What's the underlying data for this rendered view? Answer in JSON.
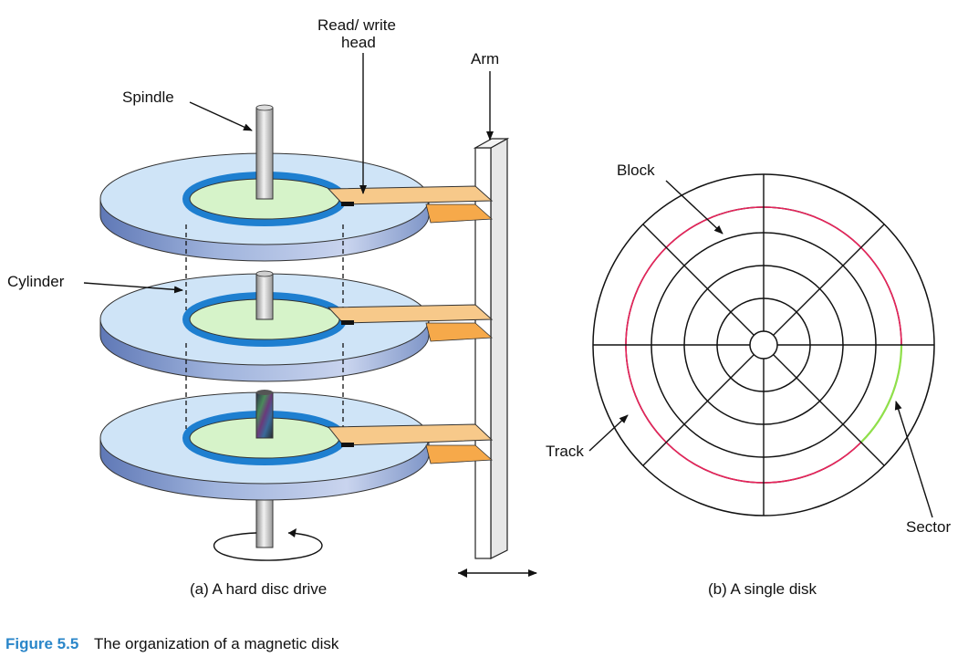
{
  "labels": {
    "read_write_head_line1": "Read/ write",
    "read_write_head_line2": "head",
    "arm": "Arm",
    "spindle": "Spindle",
    "cylinder": "Cylinder",
    "block": "Block",
    "track": "Track",
    "sector": "Sector"
  },
  "subcaptions": {
    "a": "(a) A hard disc drive",
    "b": "(b) A single disk"
  },
  "figure_caption": {
    "number": "Figure 5.5",
    "text": "The organization of a magnetic disk"
  },
  "colors": {
    "platter_top": "#cfe4f7",
    "platter_edge": "#7f98c8",
    "hub_ring": "#1e7fd0",
    "hub_fill": "#d6f3c9",
    "head_arm_top": "#f7c98a",
    "head_arm_bottom": "#f6a94a",
    "caption_blue": "#2a86c9",
    "track_red": "#e8235a",
    "block_blue": "#4aaee8",
    "sector_green": "#8fe04a"
  },
  "single_disk": {
    "tracks": 6,
    "sectors": 8
  }
}
